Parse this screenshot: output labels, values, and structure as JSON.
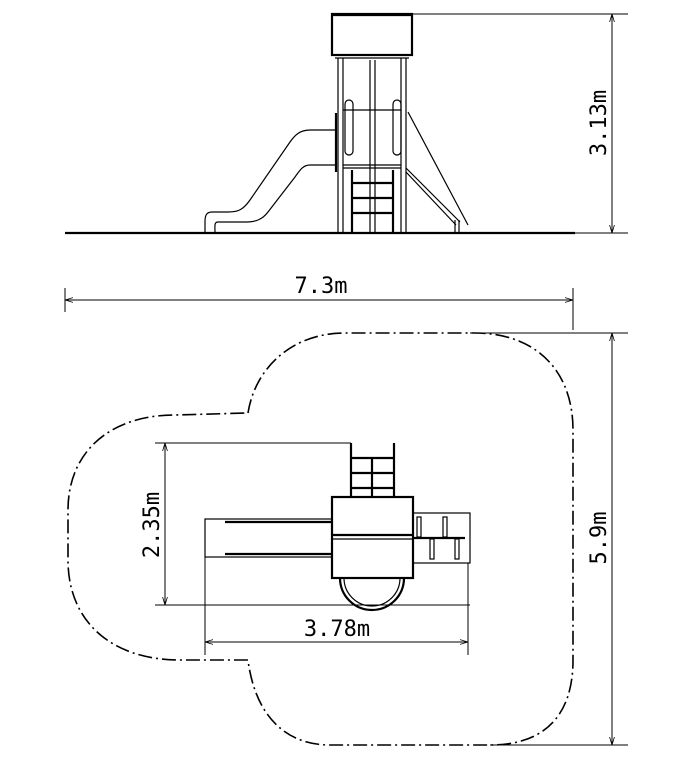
{
  "drawing": {
    "elevation": {
      "height_label": "3.13m"
    },
    "plan": {
      "overall_width_label": "7.3m",
      "overall_depth_label": "5.9m",
      "equipment_depth_label": "2.35m",
      "equipment_width_label": "3.78m"
    }
  }
}
